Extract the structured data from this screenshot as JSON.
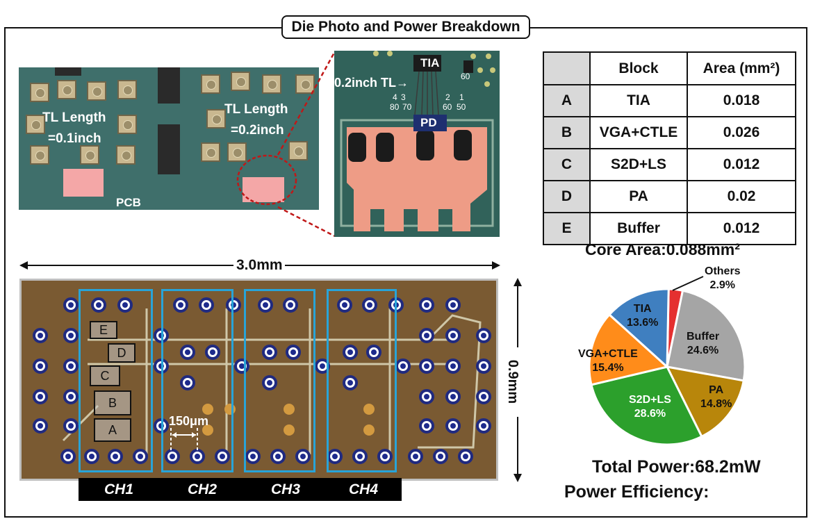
{
  "title": "Die Photo and Power Breakdown",
  "pcb_photo": {
    "tl1_line1": "TL Length",
    "tl1_line2": "=0.1inch",
    "tl2_line1": "TL Length",
    "tl2_line2": "=0.2inch",
    "pcb_label": "PCB"
  },
  "zoom_photo": {
    "tia": "TIA",
    "pd": "PD",
    "tl_label": "0.2inch TL→",
    "nums": [
      "60",
      "4",
      "3",
      "80",
      "70",
      "2",
      "1",
      "60",
      "50"
    ]
  },
  "area_table": {
    "headers": [
      "",
      "Block",
      "Area (mm²)"
    ],
    "rows": [
      {
        "id": "A",
        "block": "TIA",
        "area": "0.018"
      },
      {
        "id": "B",
        "block": "VGA+CTLE",
        "area": "0.026"
      },
      {
        "id": "C",
        "block": "S2D+LS",
        "area": "0.012"
      },
      {
        "id": "D",
        "block": "PA",
        "area": "0.02"
      },
      {
        "id": "E",
        "block": "Buffer",
        "area": "0.012"
      }
    ]
  },
  "core_area": "Core Area:0.088mm²",
  "die": {
    "width_label": "3.0mm",
    "height_label": "0.9mm",
    "pitch_label": "150μm",
    "block_labels": [
      "E",
      "D",
      "C",
      "B",
      "A"
    ],
    "channels": [
      "CH1",
      "CH2",
      "CH3",
      "CH4"
    ]
  },
  "chart_data": {
    "type": "pie",
    "title": "",
    "slices": [
      {
        "name": "Others",
        "value": 2.9,
        "label": "2.9%",
        "color": "#e53030"
      },
      {
        "name": "Buffer",
        "value": 24.6,
        "label": "24.6%",
        "color": "#a5a5a5"
      },
      {
        "name": "PA",
        "value": 14.8,
        "label": "14.8%",
        "color": "#b8860b"
      },
      {
        "name": "S2D+LS",
        "value": 28.6,
        "label": "28.6%",
        "color": "#2ca02c"
      },
      {
        "name": "VGA+CTLE",
        "value": 15.4,
        "label": "15.4%",
        "color": "#ff8c1a"
      },
      {
        "name": "TIA",
        "value": 13.6,
        "label": "13.6%",
        "color": "#3f7fc0"
      }
    ]
  },
  "total_power": "Total Power:68.2mW",
  "power_efficiency": "Power Efficiency:"
}
